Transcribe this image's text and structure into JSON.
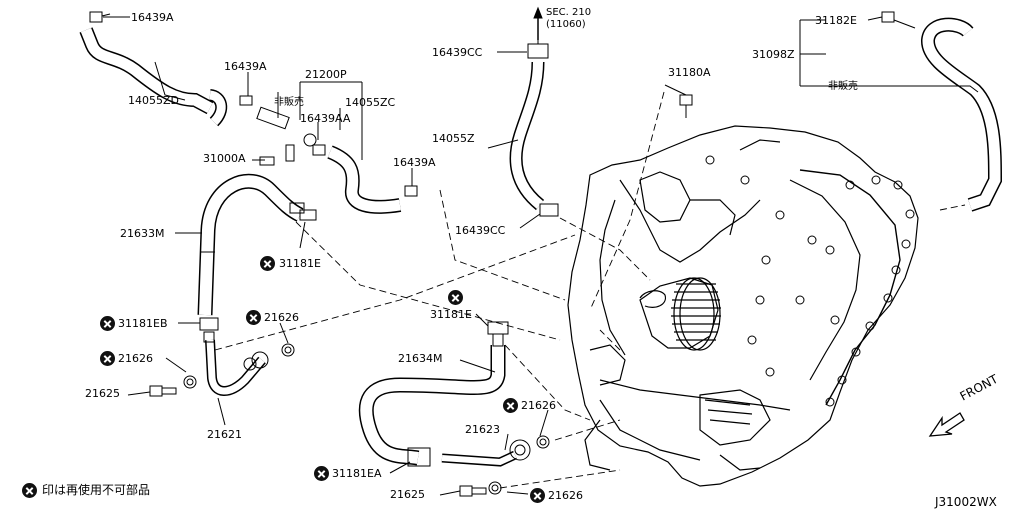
{
  "diagram_code": "J31002WX",
  "front_label": "FRONT",
  "sec_ref": {
    "line1": "SEC. 210",
    "line2": "(11060)"
  },
  "legend_text": "印は再使用不可部品",
  "parts": {
    "p16439A_top": "16439A",
    "p14055ZD": "14055ZD",
    "p16439A_2": "16439A",
    "p21200P": "21200P",
    "p_not_sold_1": "非販売",
    "p14055ZC": "14055ZC",
    "p16439AA": "16439AA",
    "p31000A": "31000A",
    "p16439A_3": "16439A",
    "p21633M": "21633M",
    "p31181E_1": "31181E",
    "p31181EB": "31181EB",
    "p21626_1": "21626",
    "p21626_2": "21626",
    "p21625_1": "21625",
    "p21621": "21621",
    "p16439CC_1": "16439CC",
    "p14055Z": "14055Z",
    "p31180A": "31180A",
    "p16439CC_2": "16439CC",
    "p31181E_2": "31181E",
    "p21634M": "21634M",
    "p21626_3": "21626",
    "p21623": "21623",
    "p31181EA": "31181EA",
    "p21625_2": "21625",
    "p21626_4": "21626",
    "p31182E": "31182E",
    "p31098Z": "31098Z",
    "p_not_sold_2": "非販売"
  }
}
